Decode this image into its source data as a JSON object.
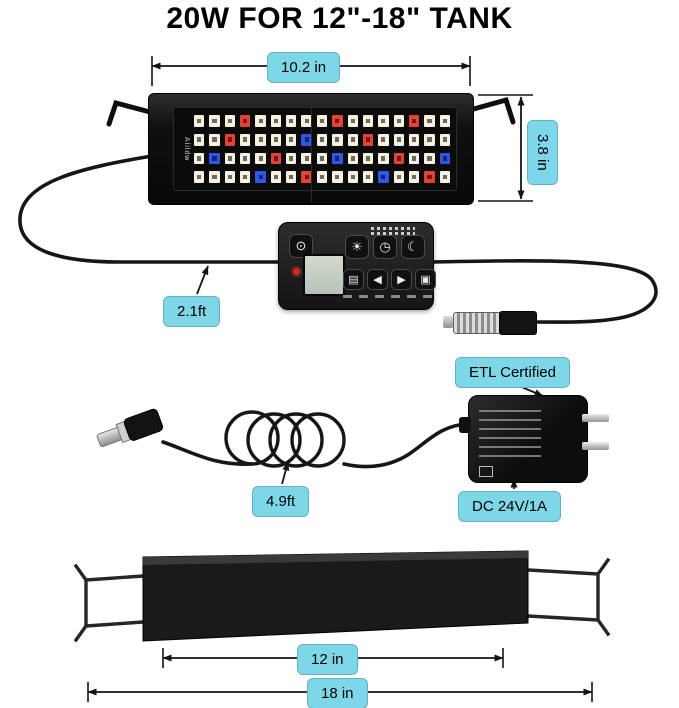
{
  "title": "20W FOR 12\"-18\" TANK",
  "theme": {
    "label_bg": "#7ed7e8",
    "wire": "#161616",
    "led_red": "#e04437",
    "led_blue": "#3056e8"
  },
  "dimensions": {
    "lamp_width": "10.2 in",
    "lamp_height": "3.8 in",
    "remote_cable_length": "2.1ft",
    "adapter_cable_length": "4.9ft",
    "body_length": "12 in",
    "extended_length": "18 in"
  },
  "callouts": {
    "certification": "ETL Certified",
    "power_spec": "DC 24V/1A"
  },
  "lamp": {
    "brand": "Alildw",
    "led_rows": [
      "WWWRWWWWWRWWWWRWW",
      "WWRWWWWBWWWRWWWWW",
      "WBWWWRWWWBWWWRWWB",
      "WWWWBWWRWWWWBWWRW"
    ]
  },
  "remote": {
    "icons": {
      "power": "⊙",
      "sun": "☀",
      "clock": "◷",
      "moon": "☾",
      "mode": "▤",
      "left": "◀",
      "right": "▶",
      "grid": "▣"
    }
  }
}
